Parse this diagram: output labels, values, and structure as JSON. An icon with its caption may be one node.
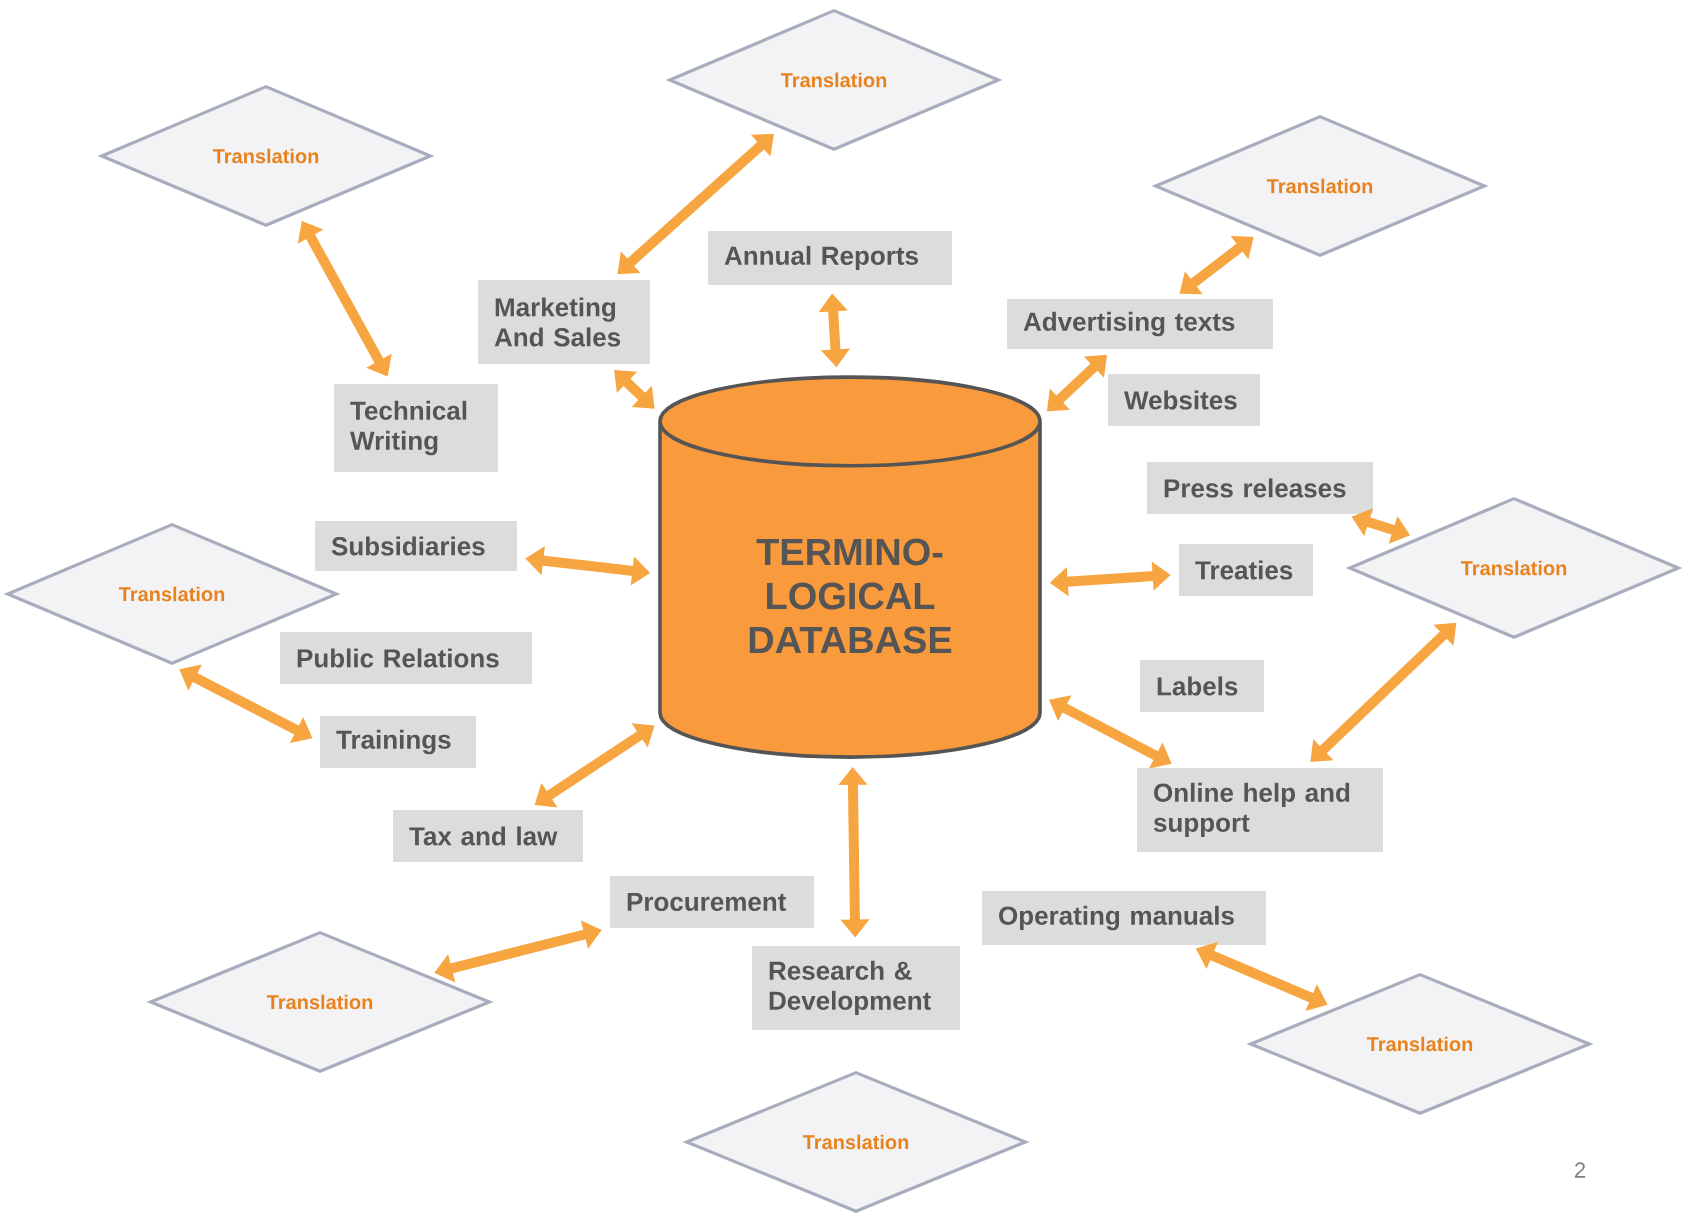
{
  "diagram": {
    "nodes": [
      {
        "text": [
          "Translation"
        ]
      },
      {
        "text": [
          "Translation"
        ]
      },
      {
        "text": [
          "Translation"
        ]
      },
      {
        "text": [
          "Annual Reports"
        ]
      },
      {
        "text": [
          "Marketing And Sales"
        ]
      },
      {
        "text": [
          "Advertising texts"
        ]
      },
      {
        "text": [
          "Technical Writing"
        ]
      },
      {
        "text": [
          "Websites"
        ]
      },
      {
        "text": [
          "TERMINO-LOGICAL DATABASE"
        ]
      },
      {
        "text": [
          "Press releases"
        ]
      },
      {
        "text": [
          "Subsidiaries"
        ]
      },
      {
        "text": [
          "Treaties"
        ]
      },
      {
        "text": [
          "Translation"
        ]
      },
      {
        "text": [
          "Translation"
        ]
      },
      {
        "text": [
          "Public Relations"
        ]
      },
      {
        "text": [
          "Labels"
        ]
      },
      {
        "text": [
          "Trainings"
        ]
      },
      {
        "text": [
          "Tax and law"
        ]
      },
      {
        "text": [
          "Online help and support"
        ]
      },
      {
        "text": [
          "Procurement"
        ]
      },
      {
        "text": [
          "Operating manuals"
        ]
      },
      {
        "text": [
          "Research & Development"
        ]
      },
      {
        "text": [
          "Translation"
        ]
      },
      {
        "text": [
          "Translation"
        ]
      },
      {
        "text": [
          "Translation"
        ]
      }
    ],
    "edges": [
      {
        "from": 4,
        "to": 1,
        "arrow": "both"
      },
      {
        "from": 6,
        "to": 0,
        "arrow": "both"
      },
      {
        "from": 5,
        "to": 2,
        "arrow": "both"
      },
      {
        "from": 3,
        "to": 8,
        "arrow": "both"
      },
      {
        "from": 4,
        "to": 8,
        "arrow": "both"
      },
      {
        "from": 5,
        "to": 8,
        "arrow": "both"
      },
      {
        "from": 9,
        "to": 13,
        "arrow": "both"
      },
      {
        "from": 10,
        "to": 8,
        "arrow": "both"
      },
      {
        "from": 8,
        "to": 11,
        "arrow": "both"
      },
      {
        "from": 16,
        "to": 12,
        "arrow": "both"
      },
      {
        "from": 17,
        "to": 8,
        "arrow": "both"
      },
      {
        "from": 8,
        "to": 21,
        "arrow": "both"
      },
      {
        "from": 8,
        "to": 18,
        "arrow": "both"
      },
      {
        "from": 18,
        "to": 13,
        "arrow": "both"
      },
      {
        "from": 19,
        "to": 22,
        "arrow": "both"
      },
      {
        "from": 20,
        "to": 23,
        "arrow": "both"
      }
    ],
    "labels": [
      "2"
    ]
  }
}
